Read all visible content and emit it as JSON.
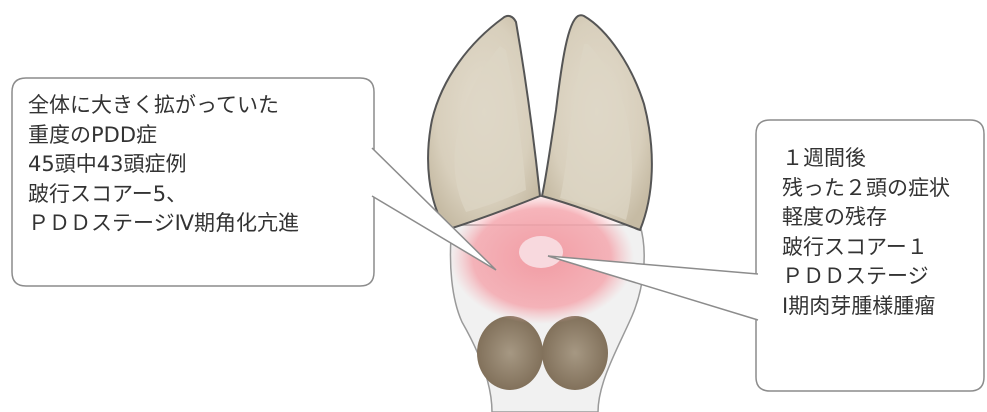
{
  "left_callout": {
    "lines": [
      "全体に大きく拡がっていた",
      "重度のPDD症",
      "45頭中43頭症例",
      "跛行スコアー5、",
      "ＰＤＤステージⅣ期角化亢進"
    ]
  },
  "right_callout": {
    "lines": [
      "１週間後",
      "残った２頭の症状",
      "軽度の残存",
      "跛行スコアー１",
      "ＰＤＤステージ",
      "Ⅰ期肉芽腫様腫瘤"
    ]
  },
  "colors": {
    "claw_fill": "#cbc1ad",
    "claw_inner": "#e5dfd1",
    "claw_outline": "#555555",
    "skin": "#f1f1f1",
    "lesion_outer": "#f3a2a9",
    "lesion_core": "#f8d9de",
    "dewclaw": "#8d7c66",
    "callout_border": "#8c8c8c",
    "text": "#333333"
  }
}
